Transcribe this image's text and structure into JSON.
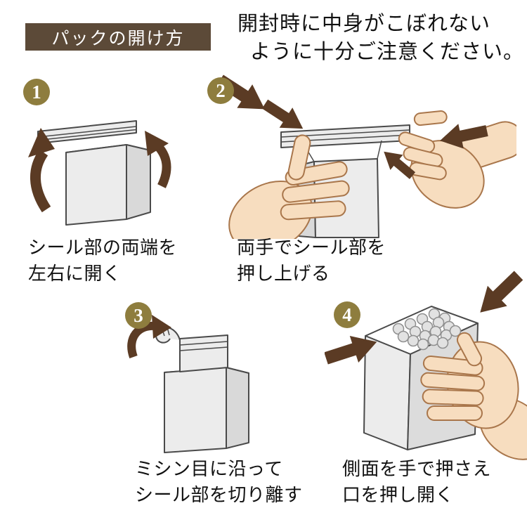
{
  "page": {
    "title_banner": "パックの開け方",
    "warning": {
      "line1": "開封時に中身がこぼれない",
      "line2": "ように十分ご注意ください。"
    }
  },
  "steps": [
    {
      "number": "1",
      "caption_line1": "シール部の両端を",
      "caption_line2": "左右に開く"
    },
    {
      "number": "2",
      "caption_line1": "両手でシール部を",
      "caption_line2": "押し上げる"
    },
    {
      "number": "3",
      "caption_line1": "ミシン目に沿って",
      "caption_line2": "シール部を切り離す"
    },
    {
      "number": "4",
      "caption_line1": "側面を手で押さえ",
      "caption_line2": "口を押し開く"
    }
  ],
  "icons": [
    "curved-open-arrow-icon",
    "block-push-arrow-icon",
    "tear-curve-arrow-icon",
    "pull-open-arrow-icon"
  ],
  "colors": {
    "banner_background": "#5c4a38",
    "step_number_background": "#8e7d3e",
    "arrow_brown": "#5b3b24",
    "carton_fill": "#ececec",
    "carton_shade": "#d9d9d9",
    "hand_fill": "#f7ddbf",
    "text": "#111111"
  }
}
